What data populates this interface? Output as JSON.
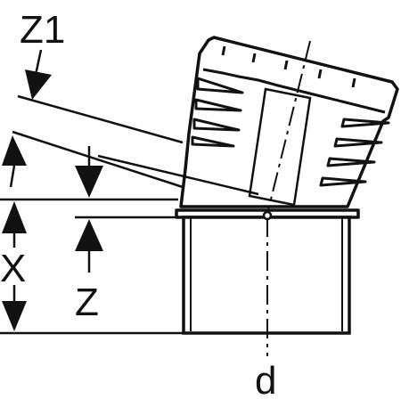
{
  "labels": {
    "z1": "Z1",
    "x": "X",
    "z": "Z",
    "d": "d"
  },
  "colors": {
    "line": "#111111",
    "background": "#ffffff"
  }
}
